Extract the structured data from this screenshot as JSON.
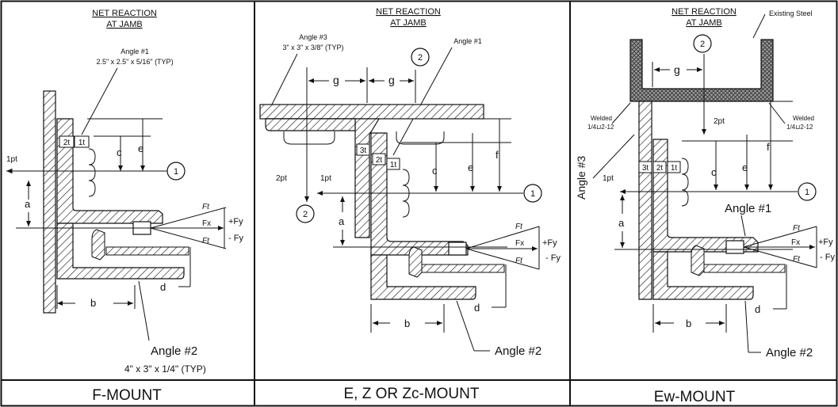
{
  "panels": [
    {
      "caption": "F-MOUNT",
      "heading_1": "NET REACTION",
      "heading_2": "AT JAMB",
      "angle1_label": "Angle #1",
      "angle1_size": "2.5\" x 2.5\" x 5/16\" (TYP)",
      "angle2_label": "Angle #2",
      "angle2_size": "4\" x 3\" x 1/4\" (TYP)",
      "t2": "2t",
      "t1": "1t",
      "c": "c",
      "e": "e",
      "a": "a",
      "b": "b",
      "d": "d",
      "pt1": "1pt",
      "circle1": "1",
      "Ft": "Ft",
      "Fx": "Fx",
      "Fy_plus": "+Fy",
      "Fy_minus": "- Fy"
    },
    {
      "caption": "E, Z OR Zc-MOUNT",
      "heading_1": "NET REACTION",
      "heading_2": "AT JAMB",
      "angle3_label": "Angle #3",
      "angle3_size": "3\" x 3\" x 3/8\" (TYP)",
      "angle1_label": "Angle #1",
      "angle2_label": "Angle #2",
      "g1": "g",
      "g2": "g",
      "t3": "3t",
      "t2": "2t",
      "t1": "1t",
      "c": "c",
      "e": "e",
      "f": "f",
      "a": "a",
      "b": "b",
      "d": "d",
      "pt2": "2pt",
      "pt1": "1pt",
      "circle1": "1",
      "circle2": "2",
      "circle2b": "2",
      "Ft": "Ft",
      "Fx": "Fx",
      "Fy_plus": "+Fy",
      "Fy_minus": "- Fy"
    },
    {
      "caption": "Ew-MOUNT",
      "heading_1": "NET REACTION",
      "heading_2": "AT JAMB",
      "existing_steel": "Existing Steel",
      "welded_left": "Welded",
      "weld_left_spec": "1/4⊔2-12",
      "welded_right": "Welded",
      "weld_right_spec": "1/4⊔2-12",
      "angle3_label": "Angle #3",
      "angle1_label": "Angle #1",
      "angle2_label": "Angle #2",
      "g": "g",
      "t3": "3t",
      "t2": "2t",
      "t1": "1t",
      "c": "c",
      "e": "e",
      "f": "f",
      "a": "a",
      "b": "b",
      "d": "d",
      "pt2": "2pt",
      "pt1": "1pt",
      "circle1": "1",
      "circle2": "2",
      "Ft": "Ft",
      "Fx": "Fx",
      "Fy_plus": "+Fy",
      "Fy_minus": "- Fy"
    }
  ]
}
